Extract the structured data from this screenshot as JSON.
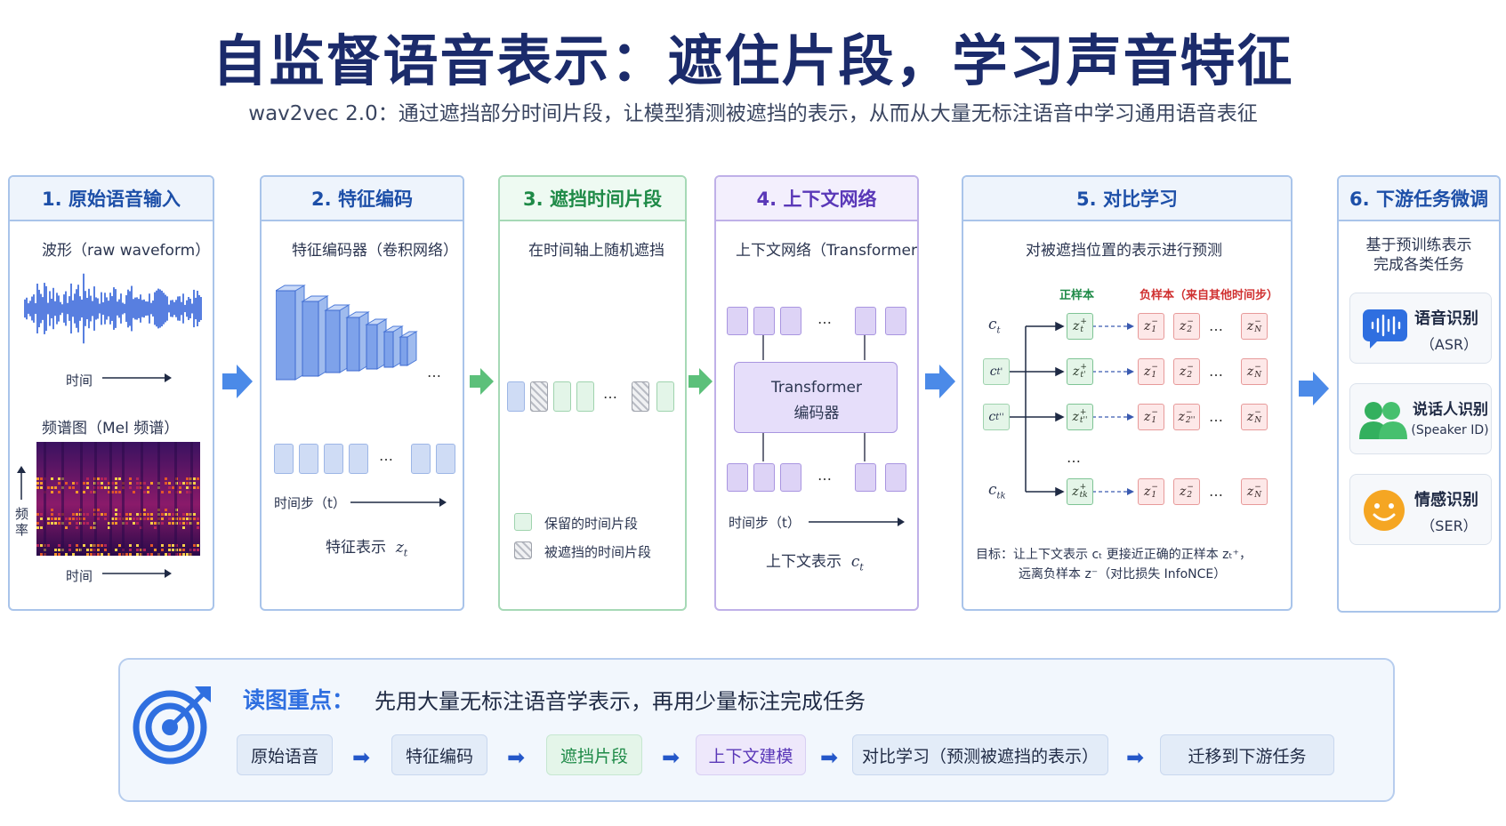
{
  "title": "自监督语音表示：遮住片段，学习声音特征",
  "subtitle": "wav2vec 2.0：通过遮挡部分时间片段，让模型猜测被遮挡的表示，从而从大量无标注语音中学习通用语音表征",
  "colors": {
    "blue": "#2f6fe0",
    "green": "#33b05e",
    "purple": "#6a48c8",
    "red": "#d03030",
    "navy": "#1b2b6b"
  },
  "panel1": {
    "title": "1. 原始语音输入",
    "waveform_label": "波形（raw waveform）",
    "time_label": "时间",
    "spec_label": "频谱图（Mel 频谱）",
    "freq_label": "频率",
    "time_label2": "时间"
  },
  "panel2": {
    "title": "2. 特征编码",
    "subtitle": "特征编码器（卷积网络）",
    "ellipsis": "…",
    "timestep_label": "时间步（t）",
    "feature_label": "特征表示",
    "feature_symbol": "z",
    "feature_sub": "t"
  },
  "panel3": {
    "title": "3. 遮挡时间片段",
    "subtitle": "在时间轴上随机遮挡",
    "ellipsis": "…",
    "legend_keep": "保留的时间片段",
    "legend_masked": "被遮挡的时间片段"
  },
  "panel4": {
    "title": "4. 上下文网络",
    "subtitle": "上下文网络（Transformer）",
    "encoder_line1": "Transformer",
    "encoder_line2": "编码器",
    "ellipsis": "…",
    "timestep_label": "时间步（t）",
    "context_label": "上下文表示",
    "context_symbol": "c",
    "context_sub": "t"
  },
  "panel5": {
    "title": "5. 对比学习",
    "subtitle": "对被遮挡位置的表示进行预测",
    "positive_label": "正样本",
    "negative_label": "负样本（来自其他时间步）",
    "rows": [
      {
        "c": "c",
        "c_sub": "t",
        "pos_sub": "t",
        "negs": [
          [
            "1",
            "−"
          ],
          [
            "2",
            "−"
          ],
          [
            "N",
            "−"
          ]
        ]
      },
      {
        "c": "c",
        "c_sub": "t'",
        "pos_sub": "t'",
        "negs": [
          [
            "1",
            "−"
          ],
          [
            "2",
            "−"
          ],
          [
            "N",
            "−"
          ]
        ]
      },
      {
        "c": "c",
        "c_sub": "t''",
        "pos_sub": "t''",
        "negs": [
          [
            "1",
            "−"
          ],
          [
            "2''",
            "−"
          ],
          [
            "N",
            "−"
          ]
        ]
      },
      {
        "c": "c",
        "c_sub": "tk",
        "pos_sub": "tk",
        "negs": [
          [
            "1",
            "−"
          ],
          [
            "2",
            "−"
          ],
          [
            "N",
            "−"
          ]
        ]
      }
    ],
    "goal_line1": "目标：让上下文表示  cₜ  更接近正确的正样本  zₜ⁺，",
    "goal_line2": "远离负样本  z⁻（对比损失 InfoNCE）"
  },
  "panel6": {
    "title": "6. 下游任务微调",
    "subtitle_line1": "基于预训练表示",
    "subtitle_line2": "完成各类任务",
    "tasks": [
      {
        "name": "语音识别",
        "code": "（ASR）",
        "icon": "speech-waveform-icon"
      },
      {
        "name": "说话人识别",
        "code": "(Speaker ID)",
        "icon": "people-icon"
      },
      {
        "name": "情感识别",
        "code": "（SER）",
        "icon": "smiley-icon"
      }
    ]
  },
  "summary": {
    "heading": "读图重点：",
    "text": "先用大量无标注语音学表示，再用少量标注完成任务",
    "flow": [
      "原始语音",
      "特征编码",
      "遮挡片段",
      "上下文建模",
      "对比学习（预测被遮挡的表示）",
      "迁移到下游任务"
    ]
  }
}
